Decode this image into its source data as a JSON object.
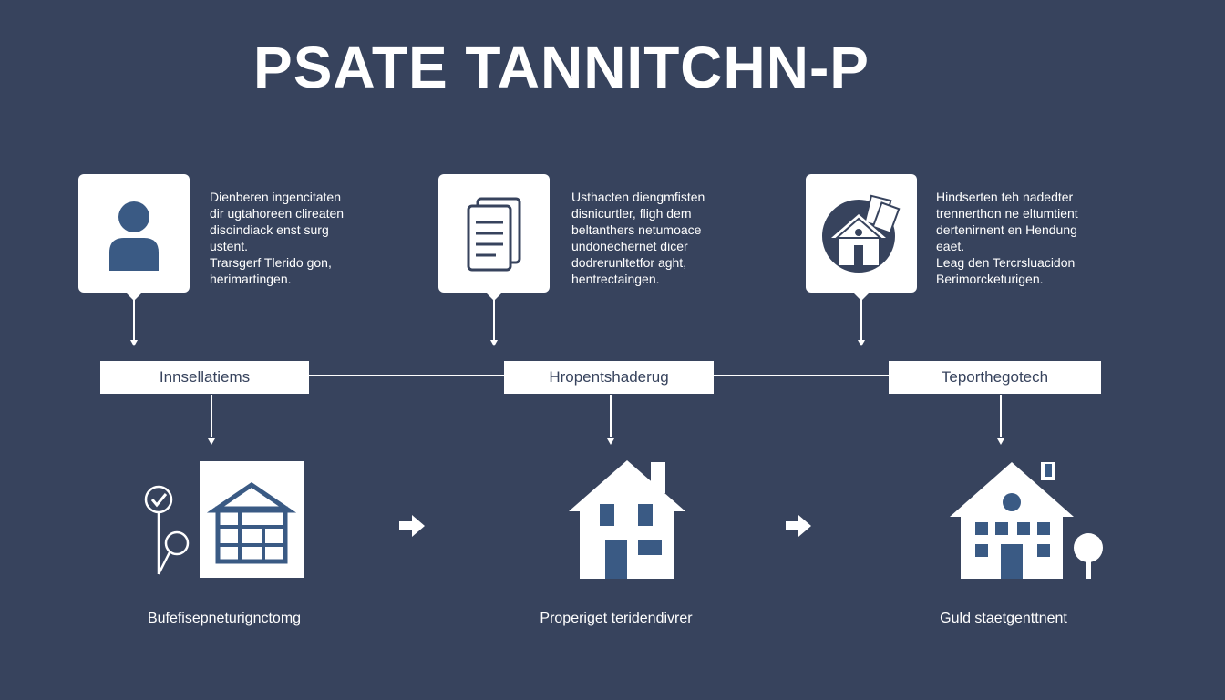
{
  "title": "PSATE TANNITCHN-P",
  "colors": {
    "background": "#37435d",
    "accent": "#3a5a84",
    "foreground": "#ffffff"
  },
  "steps": [
    {
      "icon": "person-icon",
      "description": [
        "Dienberen ingencitaten",
        "dir ugtahoreen clireaten",
        "disoindiack enst surg",
        "ustent.",
        "Trarsgerf Tlerido gon,",
        "herimartingen."
      ],
      "stage": "Innsellatiems",
      "result_icon": "blueprint-house-icon",
      "result_label": "Bufefisepneturignctomg"
    },
    {
      "icon": "document-icon",
      "description": [
        "Usthacten diengmfisten",
        "disnicurtler, fligh dem",
        "beltanthers netumoace",
        "undonechernet dicer",
        "dodrerunltetfor aght,",
        "hentrectaingen."
      ],
      "stage": "Hropentshaderug",
      "result_icon": "house-icon",
      "result_label": "Properiget teridendivrer"
    },
    {
      "icon": "house-documents-icon",
      "description": [
        "Hindserten teh nadedter",
        "trennerthon ne eltumtient",
        "dertenirnent en Hendung",
        "eaet.",
        "Leag den Tercrsluacidon",
        "Berimorcketurigen."
      ],
      "stage": "Teporthegotech",
      "result_icon": "large-house-icon",
      "result_label": "Guld staetgenttnent"
    }
  ]
}
